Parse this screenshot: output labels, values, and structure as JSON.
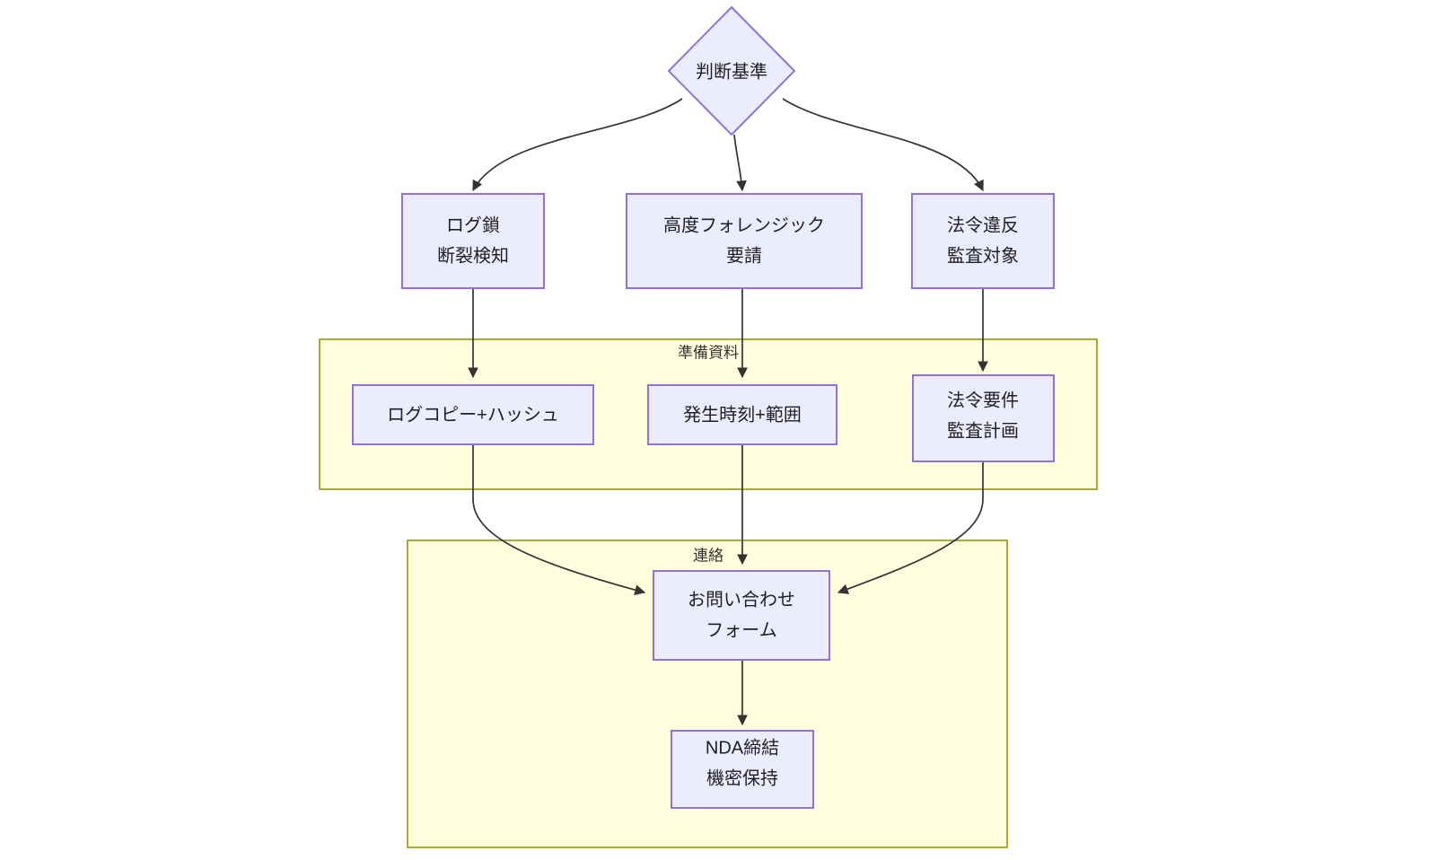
{
  "diagram": {
    "type": "flowchart",
    "direction": "top-down",
    "title": "",
    "colors": {
      "node_fill": "#ececff",
      "node_stroke": "#9370db",
      "cluster_fill": "#ffffde",
      "cluster_stroke": "#aaaa33",
      "edge_stroke": "#333333",
      "text": "#1f1f22",
      "background": "#ffffff"
    },
    "nodes": [
      {
        "id": "decision",
        "shape": "diamond",
        "lines": [
          "判断基準"
        ],
        "cluster": null
      },
      {
        "id": "log_break",
        "shape": "rect",
        "lines": [
          "ログ鎖",
          "断裂検知"
        ],
        "cluster": null
      },
      {
        "id": "forensics",
        "shape": "rect",
        "lines": [
          "高度フォレンジック",
          "要請"
        ],
        "cluster": null
      },
      {
        "id": "violation",
        "shape": "rect",
        "lines": [
          "法令違反",
          "監査対象"
        ],
        "cluster": null
      },
      {
        "id": "log_copy",
        "shape": "rect",
        "lines": [
          "ログコピー+ハッシュ"
        ],
        "cluster": "prep"
      },
      {
        "id": "time_range",
        "shape": "rect",
        "lines": [
          "発生時刻+範囲"
        ],
        "cluster": "prep"
      },
      {
        "id": "law_plan",
        "shape": "rect",
        "lines": [
          "法令要件",
          "監査計画"
        ],
        "cluster": "prep"
      },
      {
        "id": "contact_form",
        "shape": "rect",
        "lines": [
          "お問い合わせ",
          "フォーム"
        ],
        "cluster": "contact"
      },
      {
        "id": "nda",
        "shape": "rect",
        "lines": [
          "NDA締結",
          "機密保持"
        ],
        "cluster": "contact"
      }
    ],
    "clusters": [
      {
        "id": "prep",
        "label": "準備資料"
      },
      {
        "id": "contact",
        "label": "連絡"
      }
    ],
    "edges": [
      {
        "from": "decision",
        "to": "log_break",
        "label": ""
      },
      {
        "from": "decision",
        "to": "forensics",
        "label": ""
      },
      {
        "from": "decision",
        "to": "violation",
        "label": ""
      },
      {
        "from": "log_break",
        "to": "log_copy",
        "label": ""
      },
      {
        "from": "forensics",
        "to": "time_range",
        "label": ""
      },
      {
        "from": "violation",
        "to": "law_plan",
        "label": ""
      },
      {
        "from": "log_copy",
        "to": "contact_form",
        "label": ""
      },
      {
        "from": "time_range",
        "to": "contact_form",
        "label": ""
      },
      {
        "from": "law_plan",
        "to": "contact_form",
        "label": ""
      },
      {
        "from": "contact_form",
        "to": "nda",
        "label": ""
      }
    ]
  }
}
